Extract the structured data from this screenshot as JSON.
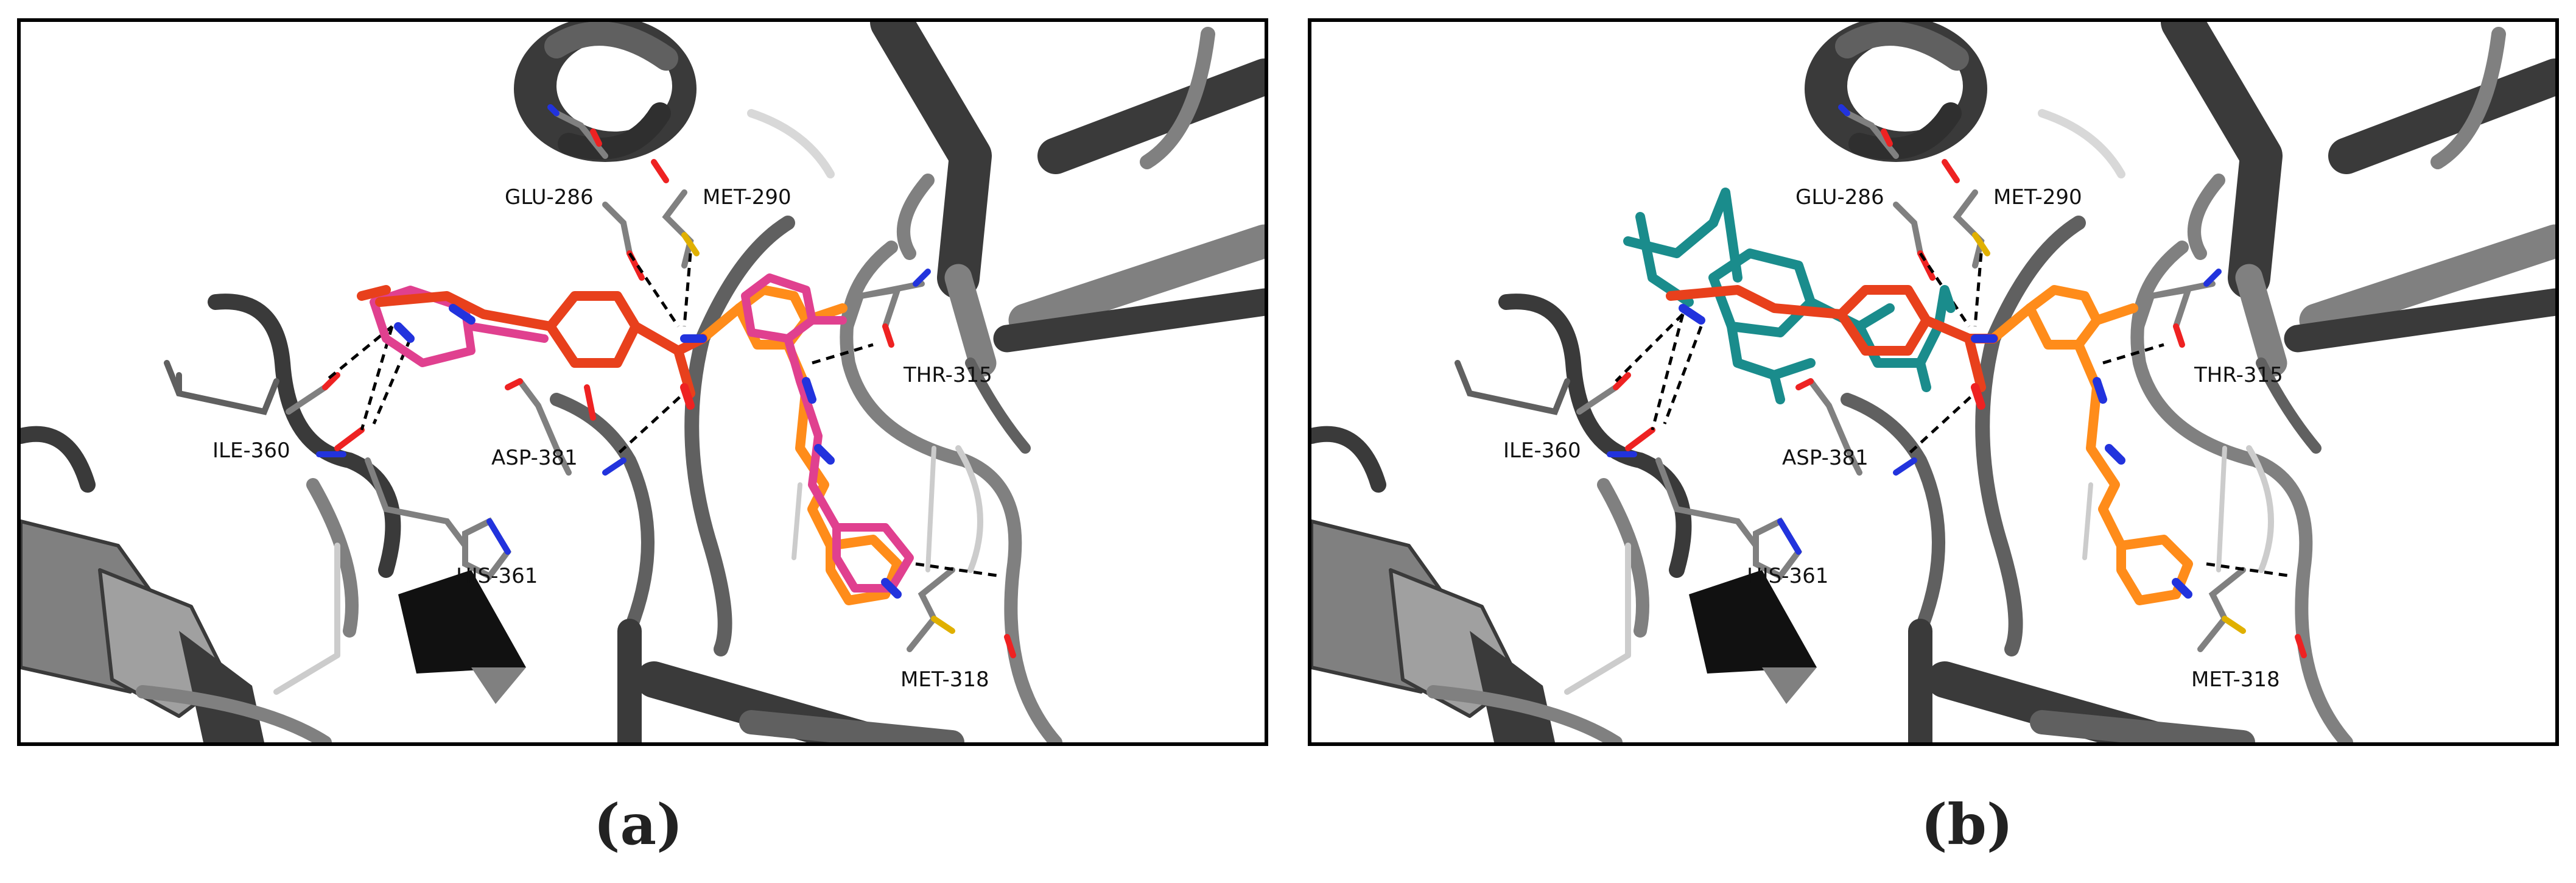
{
  "panels": [
    {
      "id": "a",
      "caption": "(a)",
      "residue_labels": [
        "GLU-286",
        "MET-290",
        "THR-315",
        "ILE-360",
        "ASP-381",
        "HIS-361",
        "MET-318"
      ],
      "ligands": [
        {
          "name": "orange",
          "color": "#ff8c1a"
        },
        {
          "name": "magenta",
          "color": "#e0408f"
        },
        {
          "name": "red",
          "color": "#e8401c"
        }
      ]
    },
    {
      "id": "b",
      "caption": "(b)",
      "residue_labels": [
        "GLU-286",
        "MET-290",
        "THR-315",
        "ILE-360",
        "ASP-381",
        "HIS-361",
        "MET-318"
      ],
      "ligands": [
        {
          "name": "orange",
          "color": "#ff8c1a"
        },
        {
          "name": "teal",
          "color": "#1a8c8c"
        },
        {
          "name": "red",
          "color": "#e8401c"
        }
      ]
    }
  ],
  "colors": {
    "protein_dark": "#3a3a3a",
    "protein_mid": "#808080",
    "protein_light": "#b8b8b8",
    "nitrogen": "#2233dd",
    "oxygen": "#ee2222",
    "sulfur": "#e0b000",
    "hbond": "#000000"
  }
}
